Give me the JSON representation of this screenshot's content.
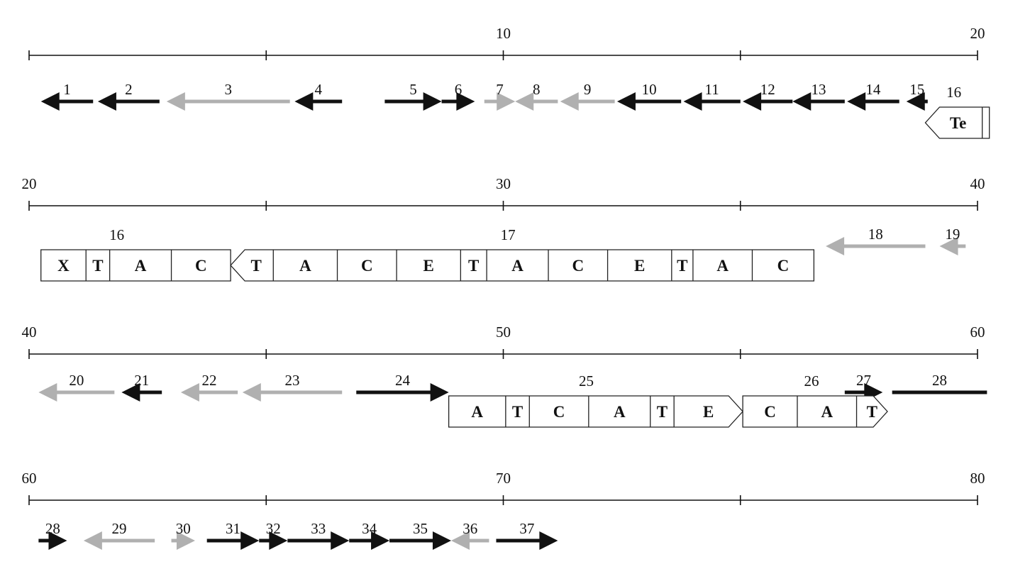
{
  "colors": {
    "dark": "#111111",
    "light": "#b0b0b0"
  },
  "scale": {
    "rows": [
      {
        "ticks": [
          {
            "pos": 0,
            "label": ""
          },
          {
            "pos": 5,
            "label": ""
          },
          {
            "pos": 10,
            "label": "10"
          },
          {
            "pos": 15,
            "label": ""
          },
          {
            "pos": 20,
            "label": "20"
          }
        ]
      },
      {
        "ticks": [
          {
            "pos": 20,
            "label": "20"
          },
          {
            "pos": 25,
            "label": ""
          },
          {
            "pos": 30,
            "label": "30"
          },
          {
            "pos": 35,
            "label": ""
          },
          {
            "pos": 40,
            "label": "40"
          }
        ]
      },
      {
        "ticks": [
          {
            "pos": 40,
            "label": "40"
          },
          {
            "pos": 45,
            "label": ""
          },
          {
            "pos": 50,
            "label": "50"
          },
          {
            "pos": 55,
            "label": ""
          },
          {
            "pos": 60,
            "label": "60"
          }
        ]
      },
      {
        "ticks": [
          {
            "pos": 60,
            "label": "60"
          },
          {
            "pos": 65,
            "label": ""
          },
          {
            "pos": 70,
            "label": "70"
          },
          {
            "pos": 75,
            "label": ""
          },
          {
            "pos": 80,
            "label": "80"
          }
        ]
      }
    ]
  },
  "genes": [
    {
      "label": "1",
      "row": 0,
      "start": 0.25,
      "end": 1.35,
      "strand": "-",
      "shade": "dark"
    },
    {
      "label": "2",
      "row": 0,
      "start": 1.45,
      "end": 2.75,
      "strand": "-",
      "shade": "dark"
    },
    {
      "label": "3",
      "row": 0,
      "start": 2.9,
      "end": 5.5,
      "strand": "-",
      "shade": "light"
    },
    {
      "label": "4",
      "row": 0,
      "start": 5.6,
      "end": 6.6,
      "strand": "-",
      "shade": "dark"
    },
    {
      "label": "5",
      "row": 0,
      "start": 7.5,
      "end": 8.7,
      "strand": "+",
      "shade": "dark"
    },
    {
      "label": "6",
      "row": 0,
      "start": 8.7,
      "end": 9.4,
      "strand": "+",
      "shade": "dark"
    },
    {
      "label": "7",
      "row": 0,
      "start": 9.6,
      "end": 10.25,
      "strand": "+",
      "shade": "light"
    },
    {
      "label": "8",
      "row": 0,
      "start": 10.25,
      "end": 11.15,
      "strand": "-",
      "shade": "light"
    },
    {
      "label": "9",
      "row": 0,
      "start": 11.2,
      "end": 12.35,
      "strand": "-",
      "shade": "light"
    },
    {
      "label": "10",
      "row": 0,
      "start": 12.4,
      "end": 13.75,
      "strand": "-",
      "shade": "dark"
    },
    {
      "label": "11",
      "row": 0,
      "start": 13.8,
      "end": 15.0,
      "strand": "-",
      "shade": "dark"
    },
    {
      "label": "12",
      "row": 0,
      "start": 15.05,
      "end": 16.1,
      "strand": "-",
      "shade": "dark"
    },
    {
      "label": "13",
      "row": 0,
      "start": 16.1,
      "end": 17.2,
      "strand": "-",
      "shade": "dark"
    },
    {
      "label": "14",
      "row": 0,
      "start": 17.25,
      "end": 18.35,
      "strand": "-",
      "shade": "dark"
    },
    {
      "label": "15",
      "row": 0,
      "start": 18.5,
      "end": 18.95,
      "strand": "-",
      "shade": "dark"
    },
    {
      "label": "18",
      "row": 1,
      "start": 36.8,
      "end": 38.9,
      "strand": "-",
      "shade": "light"
    },
    {
      "label": "19",
      "row": 1,
      "start": 39.2,
      "end": 39.75,
      "strand": "-",
      "shade": "light"
    },
    {
      "label": "20",
      "row": 2,
      "start": 40.2,
      "end": 41.8,
      "strand": "-",
      "shade": "light"
    },
    {
      "label": "21",
      "row": 2,
      "start": 41.95,
      "end": 42.8,
      "strand": "-",
      "shade": "dark"
    },
    {
      "label": "22",
      "row": 2,
      "start": 43.2,
      "end": 44.4,
      "strand": "-",
      "shade": "light"
    },
    {
      "label": "23",
      "row": 2,
      "start": 44.5,
      "end": 46.6,
      "strand": "-",
      "shade": "light"
    },
    {
      "label": "24",
      "row": 2,
      "start": 46.9,
      "end": 48.85,
      "strand": "+",
      "shade": "dark"
    },
    {
      "label": "27",
      "row": 2,
      "start": 57.2,
      "end": 58.0,
      "strand": "+",
      "shade": "dark"
    },
    {
      "label": "28",
      "row": 2,
      "start": 58.2,
      "end": 60.2,
      "strand": "",
      "shade": "dark"
    },
    {
      "label": "28",
      "row": 3,
      "start": 60.2,
      "end": 60.8,
      "strand": "+",
      "shade": "dark"
    },
    {
      "label": "29",
      "row": 3,
      "start": 61.15,
      "end": 62.65,
      "strand": "-",
      "shade": "light"
    },
    {
      "label": "30",
      "row": 3,
      "start": 63.0,
      "end": 63.5,
      "strand": "+",
      "shade": "light"
    },
    {
      "label": "31",
      "row": 3,
      "start": 63.75,
      "end": 64.85,
      "strand": "+",
      "shade": "dark"
    },
    {
      "label": "32",
      "row": 3,
      "start": 64.85,
      "end": 65.45,
      "strand": "+",
      "shade": "dark"
    },
    {
      "label": "33",
      "row": 3,
      "start": 65.45,
      "end": 66.75,
      "strand": "+",
      "shade": "dark"
    },
    {
      "label": "34",
      "row": 3,
      "start": 66.75,
      "end": 67.6,
      "strand": "+",
      "shade": "dark"
    },
    {
      "label": "35",
      "row": 3,
      "start": 67.6,
      "end": 68.9,
      "strand": "+",
      "shade": "dark"
    },
    {
      "label": "36",
      "row": 3,
      "start": 68.9,
      "end": 69.7,
      "strand": "-",
      "shade": "light"
    },
    {
      "label": "37",
      "row": 3,
      "start": 69.85,
      "end": 71.15,
      "strand": "+",
      "shade": "dark"
    }
  ],
  "boxes": [
    {
      "label": "16",
      "row": 0,
      "start": 18.9,
      "end": 20.25,
      "strand": "-",
      "label_pos": 19.5,
      "segments": [
        {
          "text": "Te",
          "to": 20.1
        },
        {
          "text": "",
          "to": 20.25
        }
      ]
    },
    {
      "label": "16",
      "row": 1,
      "start": 20.25,
      "end": 24.25,
      "strand": "",
      "label_pos": 21.85,
      "segments": [
        {
          "text": "X",
          "to": 21.2
        },
        {
          "text": "T",
          "to": 21.7
        },
        {
          "text": "A",
          "to": 23.0
        },
        {
          "text": "C",
          "to": 24.25
        }
      ]
    },
    {
      "label": "17",
      "row": 1,
      "start": 24.25,
      "end": 36.55,
      "strand": "-",
      "label_pos": 30.1,
      "segments": [
        {
          "text": "T",
          "to": 25.15
        },
        {
          "text": "A",
          "to": 26.5
        },
        {
          "text": "C",
          "to": 27.75
        },
        {
          "text": "E",
          "to": 29.1
        },
        {
          "text": "T",
          "to": 29.65
        },
        {
          "text": "A",
          "to": 30.95
        },
        {
          "text": "C",
          "to": 32.2
        },
        {
          "text": "E",
          "to": 33.55
        },
        {
          "text": "T",
          "to": 34.0
        },
        {
          "text": "A",
          "to": 35.25
        },
        {
          "text": "C",
          "to": 36.55
        }
      ]
    },
    {
      "label": "25",
      "row": 2,
      "start": 48.85,
      "end": 55.05,
      "strand": "+",
      "label_pos": 51.75,
      "segments": [
        {
          "text": "A",
          "to": 50.05
        },
        {
          "text": "T",
          "to": 50.55
        },
        {
          "text": "C",
          "to": 51.8
        },
        {
          "text": "A",
          "to": 53.1
        },
        {
          "text": "T",
          "to": 53.6
        },
        {
          "text": "E",
          "to": 55.05
        }
      ]
    },
    {
      "label": "26",
      "row": 2,
      "start": 55.05,
      "end": 58.1,
      "strand": "+",
      "label_pos": 56.5,
      "segments": [
        {
          "text": "C",
          "to": 56.2
        },
        {
          "text": "A",
          "to": 57.45
        },
        {
          "text": "T",
          "to": 58.1
        }
      ]
    }
  ]
}
